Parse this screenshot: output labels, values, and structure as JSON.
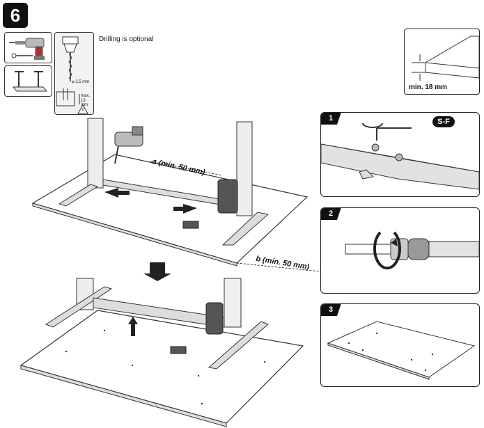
{
  "step_number": "6",
  "drilling_note": "Drilling is optional",
  "drill_spec": {
    "diameter": "⌀ 2,5 mm",
    "max_label": "max.",
    "max_depth": "13 mm"
  },
  "thickness": {
    "label": "min. 18 mm"
  },
  "dim_a": "a (min. 50 mm)",
  "dim_b": "b (min. 50 mm)",
  "panels": [
    {
      "num": "1",
      "tool": "S-F"
    },
    {
      "num": "2"
    },
    {
      "num": "3"
    }
  ],
  "icons": {
    "drill": "power-drill-icon",
    "screw": "screw-icon",
    "frame": "desk-frame-icon",
    "warning": "warning-icon"
  }
}
